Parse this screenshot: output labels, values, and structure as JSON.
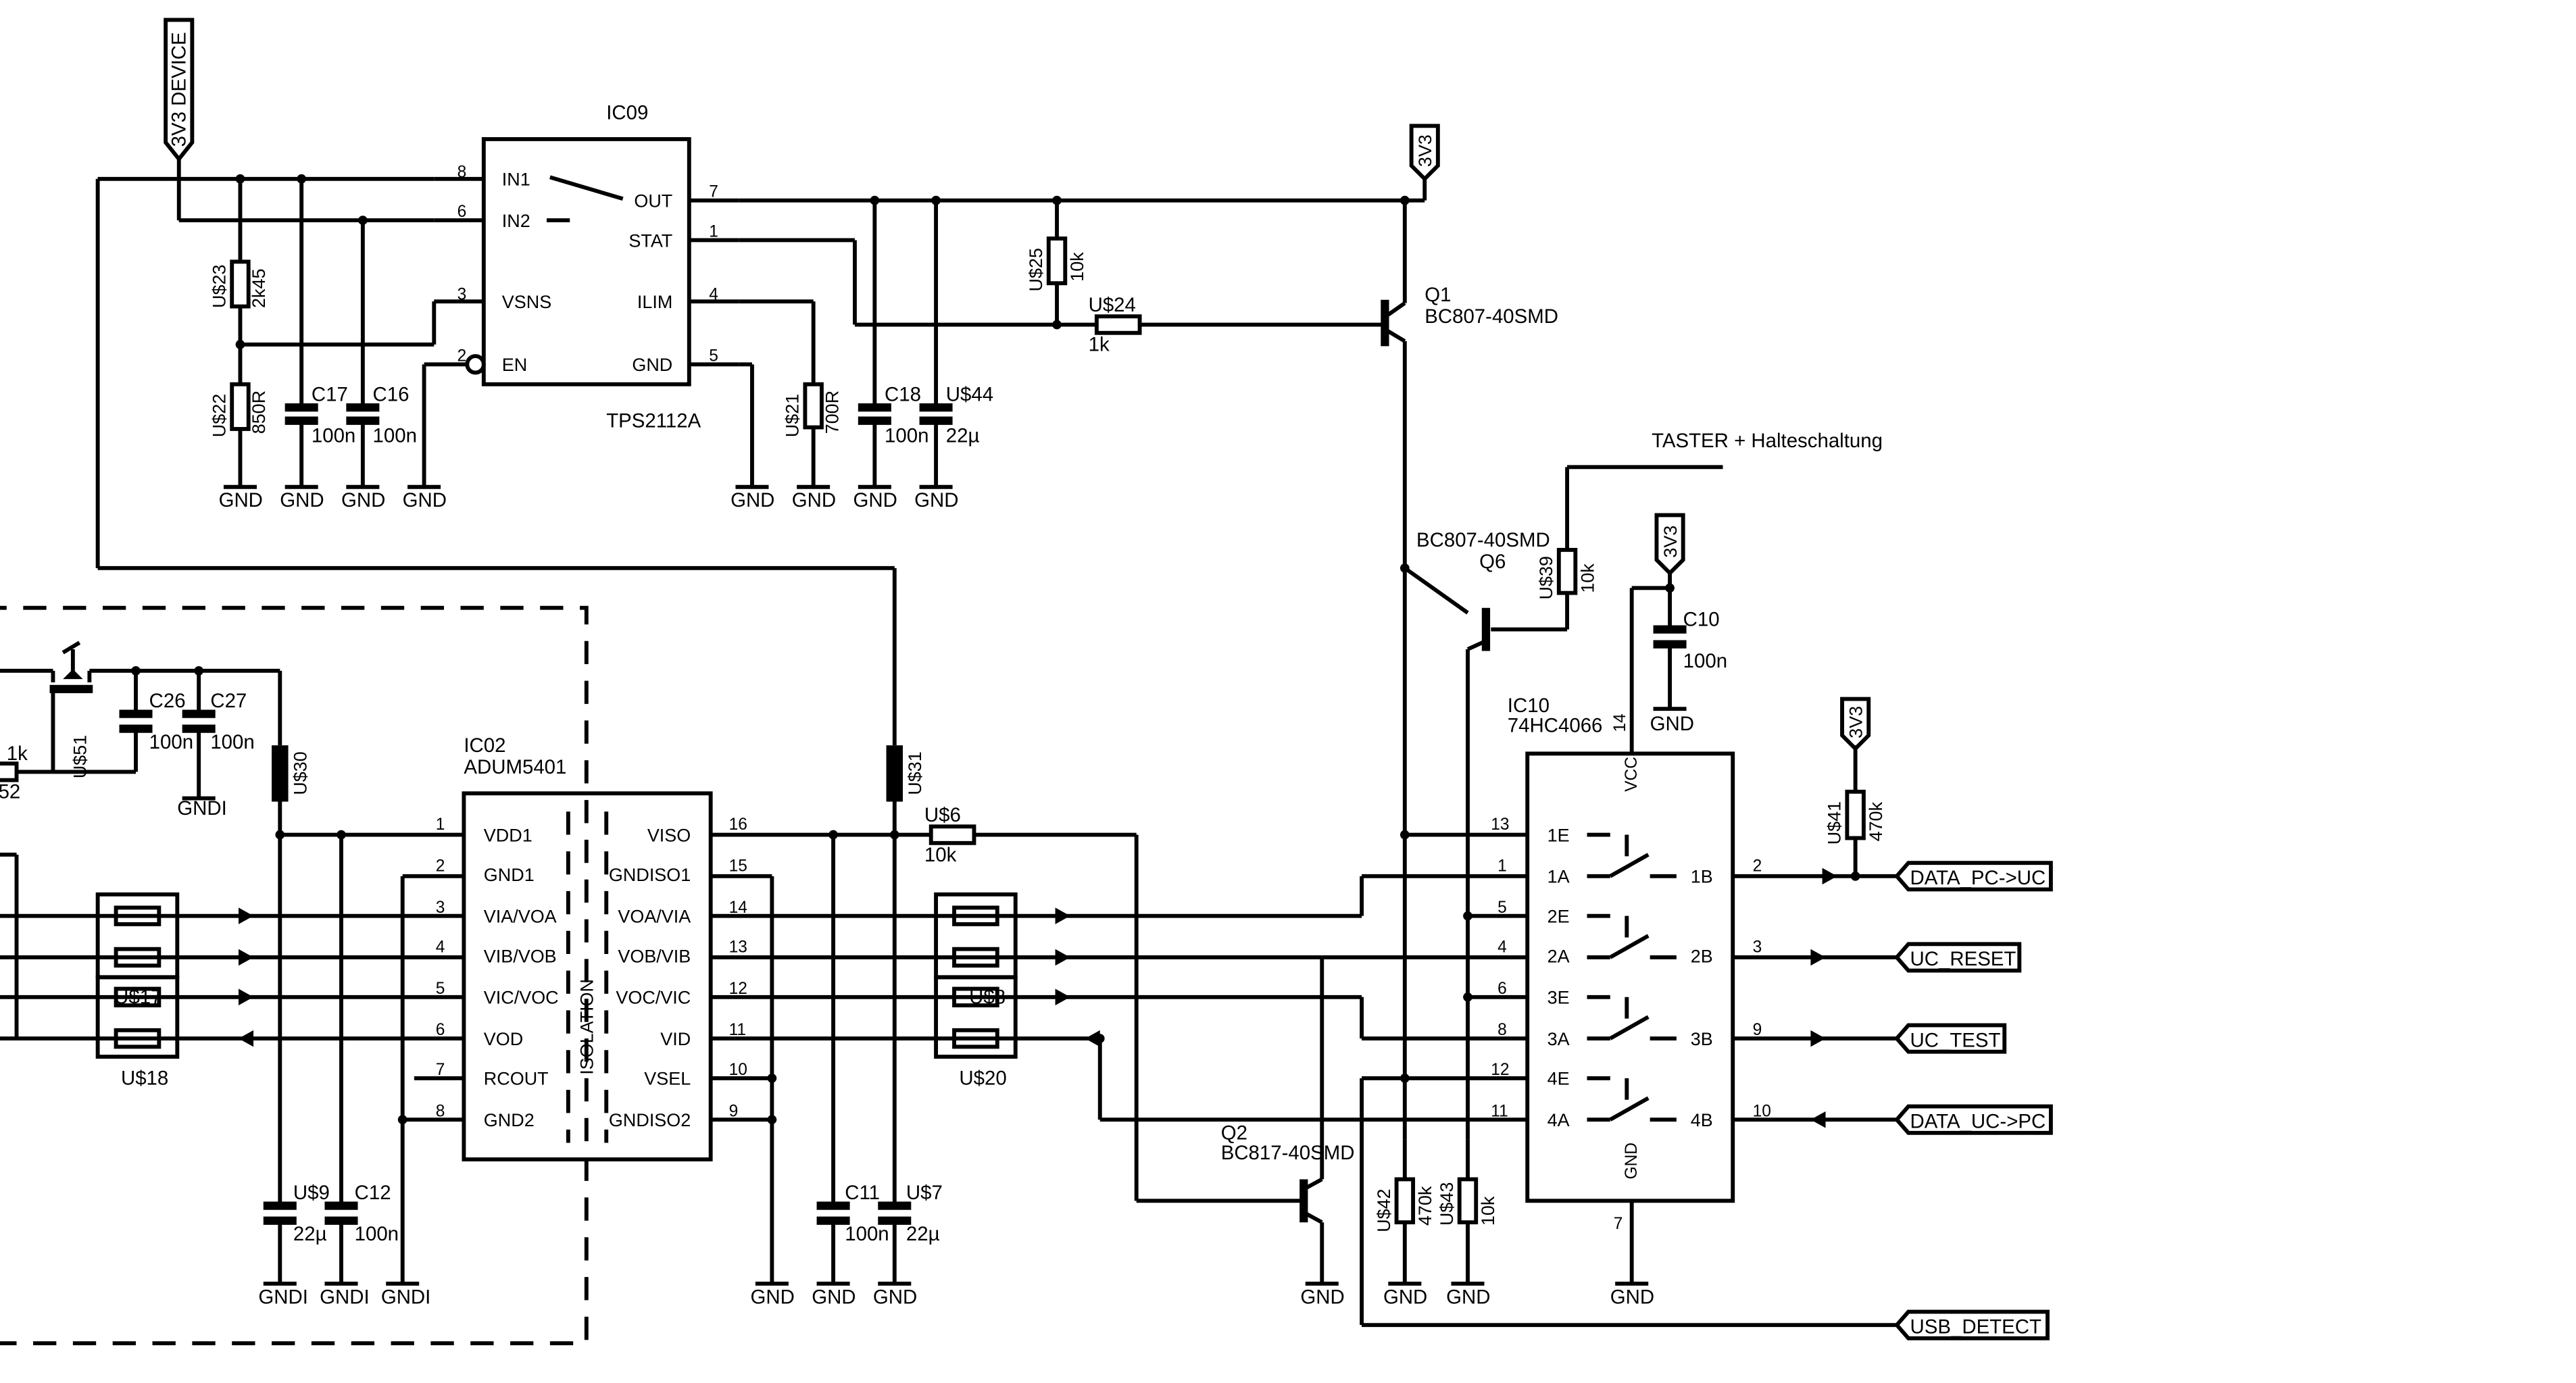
{
  "parts": {
    "ic09": {
      "name": "IC09",
      "value": "TPS2112A",
      "pins": [
        {
          "label": "IN1",
          "num": "8"
        },
        {
          "label": "IN2",
          "num": "6"
        },
        {
          "label": "VSNS",
          "num": "3"
        },
        {
          "label": "EN",
          "num": "2"
        },
        {
          "label": "OUT",
          "num": "7"
        },
        {
          "label": "STAT",
          "num": "1"
        },
        {
          "label": "ILIM",
          "num": "4"
        },
        {
          "label": "GND",
          "num": "5"
        }
      ]
    },
    "ic02": {
      "name": "IC02",
      "value": "ADUM5401",
      "isolation": "ISOLATION",
      "left_pins": [
        {
          "label": "VDD1",
          "num": "1"
        },
        {
          "label": "GND1",
          "num": "2"
        },
        {
          "label": "VIA/VOA",
          "num": "3"
        },
        {
          "label": "VIB/VOB",
          "num": "4"
        },
        {
          "label": "VIC/VOC",
          "num": "5"
        },
        {
          "label": "VOD",
          "num": "6"
        },
        {
          "label": "RCOUT",
          "num": "7"
        },
        {
          "label": "GND2",
          "num": "8"
        }
      ],
      "right_pins": [
        {
          "label": "VISO",
          "num": "16"
        },
        {
          "label": "GNDISO1",
          "num": "15"
        },
        {
          "label": "VOA/VIA",
          "num": "14"
        },
        {
          "label": "VOB/VIB",
          "num": "13"
        },
        {
          "label": "VOC/VIC",
          "num": "12"
        },
        {
          "label": "VID",
          "num": "11"
        },
        {
          "label": "VSEL",
          "num": "10"
        },
        {
          "label": "GNDISO2",
          "num": "9"
        }
      ]
    },
    "ic10": {
      "name": "IC10",
      "value": "74HC4066",
      "vcc": "VCC",
      "gnd": "GND",
      "vcc_num": "14",
      "gnd_num": "7",
      "left_pins": [
        {
          "label": "1E",
          "num": "13"
        },
        {
          "label": "1A",
          "num": "1"
        },
        {
          "label": "2E",
          "num": "5"
        },
        {
          "label": "2A",
          "num": "4"
        },
        {
          "label": "3E",
          "num": "6"
        },
        {
          "label": "3A",
          "num": "8"
        },
        {
          "label": "4E",
          "num": "12"
        },
        {
          "label": "4A",
          "num": "11"
        }
      ],
      "right_pins": [
        {
          "label": "1B",
          "num": "2"
        },
        {
          "label": "2B",
          "num": "3"
        },
        {
          "label": "3B",
          "num": "9"
        },
        {
          "label": "4B",
          "num": "10"
        }
      ]
    },
    "q1": {
      "name": "Q1",
      "value": "BC807-40SMD"
    },
    "q6": {
      "name": "Q6",
      "value": "BC807-40SMD"
    },
    "q2": {
      "name": "Q2",
      "value": "BC817-40SMD"
    },
    "resistors": [
      {
        "name": "U$23",
        "value": "2k45"
      },
      {
        "name": "U$22",
        "value": "850R"
      },
      {
        "name": "U$21",
        "value": "700R"
      },
      {
        "name": "U$25",
        "value": "10k"
      },
      {
        "name": "U$24",
        "value": "1k"
      },
      {
        "name": "U$39",
        "value": "10k"
      },
      {
        "name": "U$41",
        "value": "470k"
      },
      {
        "name": "U$42",
        "value": "470k"
      },
      {
        "name": "U$43",
        "value": "10k"
      },
      {
        "name": "U$6",
        "value": "10k"
      }
    ],
    "capacitors": [
      {
        "name": "C17",
        "value": "100n"
      },
      {
        "name": "C16",
        "value": "100n"
      },
      {
        "name": "C18",
        "value": "100n"
      },
      {
        "name": "U$44",
        "value": "22µ"
      },
      {
        "name": "C10",
        "value": "100n"
      },
      {
        "name": "C26",
        "value": "100n"
      },
      {
        "name": "C27",
        "value": "100n"
      },
      {
        "name": "U$9",
        "value": "22µ"
      },
      {
        "name": "C12",
        "value": "100n"
      },
      {
        "name": "C11",
        "value": "100n"
      },
      {
        "name": "U$7",
        "value": "22µ"
      }
    ],
    "ferrites": [
      {
        "name": "U$30"
      },
      {
        "name": "U$31"
      }
    ],
    "optos": [
      {
        "name": "U$17"
      },
      {
        "name": "U$18"
      },
      {
        "name": "U$8"
      },
      {
        "name": "U$20"
      }
    ],
    "misc": {
      "u51": "U$51",
      "r_partial_value": "1k",
      "r_partial_name": "52"
    }
  },
  "ground_labels": {
    "gnd": "GND",
    "gndi": "GNDI"
  },
  "supplies": {
    "v3v3": "3V3",
    "v3v3_device": "3V3 DEVICE"
  },
  "nets": {
    "taster": "TASTER + Halteschaltung",
    "data_pc_uc": "DATA_PC->UC",
    "uc_reset": "UC_RESET",
    "uc_test": "UC_TEST",
    "data_uc_pc": "DATA_UC->PC",
    "usb_detect": "USB_DETECT"
  }
}
